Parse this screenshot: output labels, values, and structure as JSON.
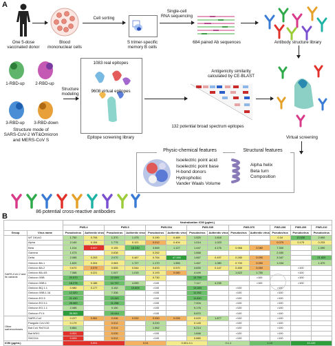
{
  "panel_a": {
    "letter": "A",
    "donor": "One 5-dose\nvaccinated donor",
    "pbmc": "Blood\nmononuclear cells",
    "cell_sorting": "Cell sorting",
    "memory_b": "S trimer-specific\nmemory B cells",
    "scrna": "Single-cell\nRNA sequencing",
    "paired": "684 paired Ab sequences",
    "library": "Antibody structure library",
    "rbd1": "1-RBD-up",
    "rbd2": "2-RBD-up",
    "rbd3up": "3-RBD-up",
    "rbd3down": "3-RBD-down",
    "structure_mode": "Structure mode of\nSARS-CoV-2 WT&Omicron\nand MERS-CoV S",
    "structure_modeling": "Structure\nmodeling",
    "real_epitopes": "1083 real epitopes",
    "virtual_epitopes": "9608 virtual epitopes",
    "epitope_library": "Epitope screening library",
    "antigenicity": "Antigenicity similarity\ncalculated by CE-BLAST",
    "broad_epitopes": "132 potential broad spectrum epitopes",
    "virtual_screening": "Virtual screening",
    "physchem_title": "Physic-chemical features",
    "physchem_items": [
      "Isoelectric point acid",
      "Isoelectric point base",
      "H-bond donors",
      "Hydrophobic",
      "Vander Waals Volume"
    ],
    "struct_title": "Structural features",
    "struct_items": [
      "Alpha helix",
      "Beta turn",
      "Composition"
    ],
    "cross_reactive": "86 potential cross-reactive antibodies"
  },
  "panel_b": {
    "letter": "B",
    "header_title": "Neutralization IC50 (μg/mL)",
    "col_group": "Group",
    "col_virus": "Virus name",
    "antibodies": [
      "PW5-4",
      "PW5-5",
      "PW5-534",
      "PW5-535",
      "PW5-570",
      "PW5-208",
      "PW5-209",
      "PW5-210"
    ],
    "subcols": [
      "Pseudovirus",
      "Authentic virus"
    ],
    "groups": [
      "SARS-CoV-2 and its variants",
      "Other sarbecoviruses"
    ],
    "ic50_label": "IC50 (μg/mL)",
    "legend": [
      "0.001",
      "0.01",
      "0.001-0.1",
      "0.1-1",
      "1-10",
      "10-100"
    ],
    "rows": [
      {
        "name": "WT D614G",
        "vals": [
          "1.750",
          "0.706",
          "1.370",
          "1.475",
          "0.190",
          "0.489",
          "1.520",
          "1.618",
          "",
          "",
          "0.34",
          "13.530",
          "2.900"
        ]
      },
      {
        "name": "Alpha",
        "vals": [
          "2.140",
          "0.154",
          "1.775",
          "0.121",
          "0.012",
          "0.404",
          "1.014",
          "1.023",
          "",
          "",
          "0.079",
          "0.175",
          "0.233"
        ]
      },
      {
        "name": "Beta",
        "vals": [
          "1.014",
          "0.007",
          "0.155",
          "18.330",
          "3.569",
          "1.127",
          "1.447",
          "4.176",
          "0.966",
          "0.080",
          "7.300",
          "",
          "1.090"
        ]
      },
      {
        "name": "Gamma",
        "vals": [
          "1.073",
          "",
          "0.638",
          "",
          "0.262",
          "",
          "1.668",
          "",
          "",
          "",
          "2.450",
          "",
          ""
        ]
      },
      {
        "name": "Delta",
        "vals": [
          "2.085",
          "0.253",
          "2.070",
          "0.467",
          "0.764",
          "47.390",
          "1.667",
          "0.497",
          "0.280",
          "0.090",
          "3.347",
          "",
          "21.820"
        ]
      },
      {
        "name": "Omicron BA.1",
        "vals": [
          "1.620",
          "0.304",
          "0.983",
          "1.727",
          "1.170",
          "1.555",
          "1.467",
          "1.080",
          "0.700",
          "0.050",
          "1.034",
          "",
          "1.370"
        ]
      },
      {
        "name": "Omicron BA.2",
        "vals": [
          "0.670",
          "0.079",
          "0.655",
          "0.544",
          "0.633",
          "0.570",
          "4.830",
          "0.147",
          "0.460",
          "0.050",
          "",
          ">100",
          ""
        ]
      },
      {
        "name": "Omicron BA.4/5",
        "vals": [
          "7.066",
          "0.221",
          "1.047",
          "1.015",
          "0.193",
          "0.060",
          "4.449",
          "",
          "1.622",
          "1.750",
          "",
          ">100",
          ""
        ]
      },
      {
        "name": "Omicron XBB",
        "vals": [
          "20.570",
          "",
          "12.545",
          "",
          "0.730",
          "",
          "13.750",
          "",
          "",
          ">100",
          "",
          ">100",
          ""
        ]
      },
      {
        "name": "Omicron XBB.1",
        "vals": [
          "18.278",
          "0.186",
          "12.737",
          "4.059",
          ">100",
          "",
          "7.117",
          "4.235",
          "",
          ">100",
          "",
          ">100",
          ""
        ]
      },
      {
        "name": "Omicron BQ.1.1",
        "vals": [
          "0.980",
          "0.177",
          "3.152",
          "10.600",
          ">100",
          "",
          "13.283",
          "",
          ">100",
          "",
          ">100",
          "",
          ""
        ]
      },
      {
        "name": "Omicron XBB.1.16",
        "vals": [
          "12.320",
          "",
          "7.336",
          "",
          ">100",
          "",
          "11.252",
          "",
          ">100",
          "",
          ">100",
          "",
          ""
        ]
      },
      {
        "name": "Omicron EG.5",
        "vals": [
          "21.430",
          "",
          "13.260",
          "",
          ">100",
          "",
          "11.810",
          "",
          ">100",
          "",
          ">100",
          "",
          ""
        ]
      },
      {
        "name": "Omicron EG.5.1",
        "vals": [
          "26.089",
          "",
          "11.258",
          "",
          ">100",
          "",
          "7.004",
          "",
          ">100",
          "",
          ">100",
          "",
          ""
        ]
      },
      {
        "name": "Omicron EG.1.1",
        "vals": [
          "2.085",
          "",
          "9.150",
          "",
          ">100",
          "",
          "9.176",
          "",
          ">100",
          "",
          ">100",
          "",
          ""
        ]
      },
      {
        "name": "Omicron FY.4",
        "vals": [
          "35.363",
          "",
          "15.444",
          "",
          ">100",
          "",
          "5.870",
          "",
          ">100",
          "",
          ">100",
          "",
          ""
        ]
      },
      {
        "name": "SARS-CoV",
        "vals": [
          "0.227",
          "0.081",
          "0.036",
          "0.032",
          "0.050",
          "0.026",
          "0.620",
          "1.877",
          ">100",
          "",
          ">100",
          "",
          ""
        ]
      },
      {
        "name": "Pangolin CoV-GD",
        "vals": [
          "0.179",
          "",
          "0.012",
          "",
          "3.220",
          "",
          "0.145",
          "",
          ">100",
          "",
          ">100",
          "",
          ""
        ]
      },
      {
        "name": "Bat CoV RaTG13",
        "vals": [
          "5.864",
          "",
          "0.014",
          "",
          "1.562",
          "",
          "6.214",
          "",
          ">100",
          "",
          ">100",
          "",
          ""
        ]
      },
      {
        "name": "Bat WIV1",
        "vals": [
          "0.001",
          "",
          "0.030",
          "",
          ">100",
          "",
          "1.846",
          "",
          ">100",
          "",
          ">100",
          "",
          ""
        ]
      },
      {
        "name": "SHC014",
        "vals": [
          "0.003",
          "",
          "0.012",
          "",
          ">100",
          "",
          "0.880",
          "",
          ">100",
          "",
          ">100",
          "",
          ""
        ]
      }
    ]
  }
}
